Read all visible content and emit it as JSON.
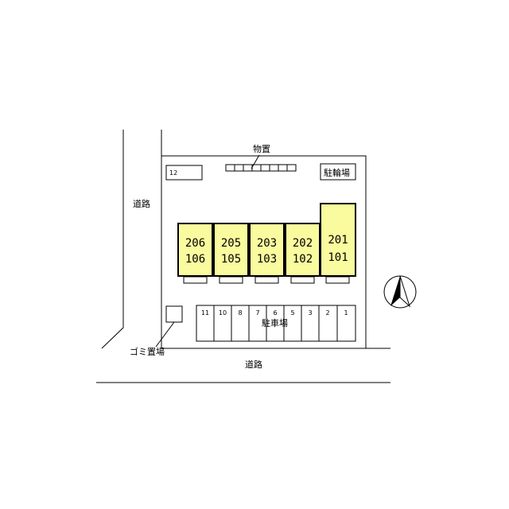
{
  "labels": {
    "road_left": "道路",
    "road_bottom": "道路",
    "storage": "物置",
    "bicycle_parking": "駐輪場",
    "parking_lot": "駐車場",
    "garbage_area": "ゴミ置場",
    "stall_12": "12"
  },
  "buildings": [
    {
      "upper": "206",
      "lower": "106"
    },
    {
      "upper": "205",
      "lower": "105"
    },
    {
      "upper": "203",
      "lower": "103"
    },
    {
      "upper": "202",
      "lower": "102"
    },
    {
      "upper": "201",
      "lower": "101"
    }
  ],
  "parking_stalls": [
    "11",
    "10",
    "8",
    "7",
    "6",
    "5",
    "3",
    "2",
    "1"
  ],
  "icons": {
    "north_arrow": "north-arrow-icon"
  },
  "colors": {
    "building_fill": "#fafa9e",
    "line": "#000000",
    "background": "#ffffff"
  }
}
